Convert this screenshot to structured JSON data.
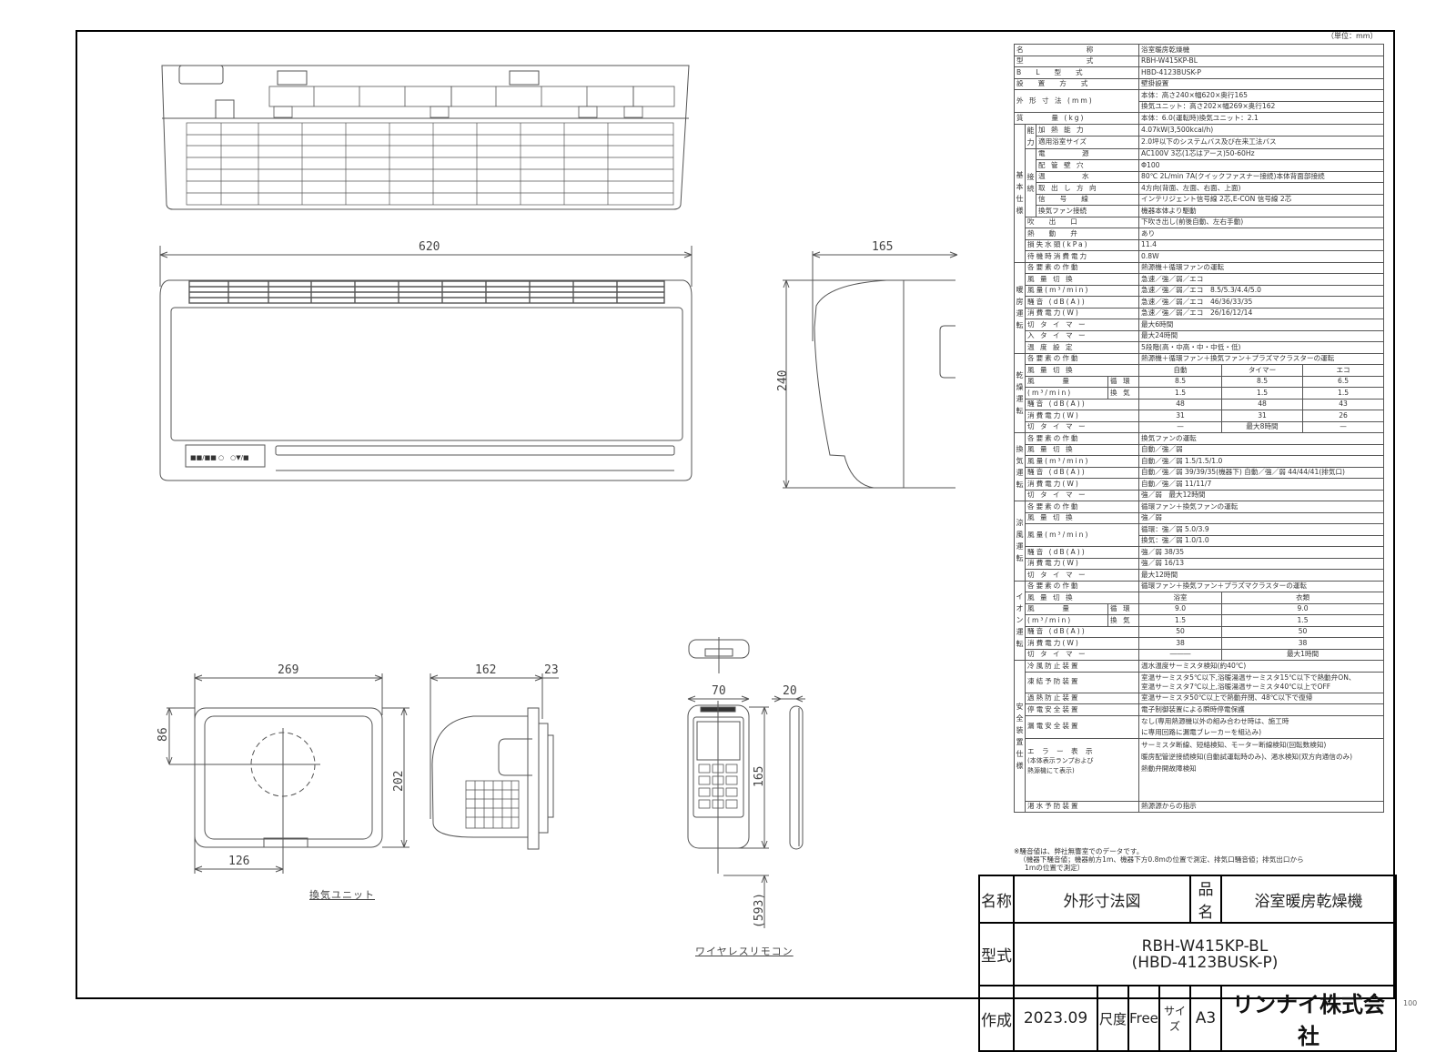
{
  "unit_note": "（単位：mm）",
  "drawings": {
    "main_width": "620",
    "side_depth": "165",
    "side_height": "240",
    "vent_width": "269",
    "vent_height": "202",
    "vent_offset_v": "86",
    "vent_offset_h": "126",
    "vent_depth": "162",
    "vent_flange": "23",
    "remote_width": "70",
    "remote_thickness": "20",
    "remote_height": "165",
    "remote_cord": "(593)",
    "vent_caption": "換気ユニット",
    "remote_caption": "ワイヤレスリモコン"
  },
  "spec": {
    "general": [
      {
        "label": "名　　　　　　　称",
        "value": "浴室暖房乾燥機"
      },
      {
        "label": "型　　　　　　　式",
        "value": "RBH-W415KP-BL"
      },
      {
        "label": "B　 L　 型　 式",
        "value": "HBD-4123BUSK-P"
      },
      {
        "label": "設　 置　 方　 式",
        "value": "壁掛設置"
      },
      {
        "label": "外 形 寸 法 (mm)",
        "value": "本体：高さ240×幅620×奥行165"
      },
      {
        "label": "",
        "value": "換気ユニット：高さ202×幅269×奥行162"
      },
      {
        "label": "質　　　量 (kg)",
        "value": "本体：6.0(運転時)換気ユニット：2.1"
      }
    ],
    "basic": {
      "group": "基本仕様",
      "capability_group": "能力",
      "connection_group": "接続",
      "rows": [
        {
          "label": "加 熱 能 力",
          "value": "4.07kW(3,500kcal/h)"
        },
        {
          "label": "適用浴室サイズ",
          "value": "2.0坪以下のシステムバス及び在来工法バス"
        },
        {
          "label": "電　　　　源",
          "value": "AC100V 3芯(1芯はアース)50-60Hz"
        },
        {
          "label": "配 管 壁 穴",
          "value": "Φ100"
        },
        {
          "label": "温　　　　水",
          "value": "80℃ 2L/min 7A(クイックファスナー接続)本体背面部接続"
        },
        {
          "label": "取 出 し 方 向",
          "value": "4方向(背面、左面、右面、上面)"
        },
        {
          "label": "信　 号　 線",
          "value": "インテリジェント信号線 2芯,E-CON 信号線 2芯"
        },
        {
          "label": "換気ファン接続",
          "value": "機器本体より駆動"
        },
        {
          "label": "吹　 出　 口",
          "value": "下吹き出し(前後自動、左右手動)"
        },
        {
          "label": "熱　 動　 弁",
          "value": "あり"
        },
        {
          "label": "損失水頭(kPa)",
          "value": "11.4"
        },
        {
          "label": "待機時消費電力",
          "value": "0.8W"
        }
      ]
    },
    "heating": {
      "group": "暖房運転",
      "rows": [
        {
          "label": "各要素の作動",
          "value": "熱源機＋循環ファンの運転"
        },
        {
          "label": "風 量 切 換",
          "value": "急速／強／弱／エコ"
        },
        {
          "label": "風量(m³/min)",
          "value": "急速／強／弱／エコ　8.5/5.3/4.4/5.0"
        },
        {
          "label": "騒音 (dB(A))",
          "value": "急速／強／弱／エコ　46/36/33/35"
        },
        {
          "label": "消費電力(W)",
          "value": "急速／強／弱／エコ　26/16/12/14"
        },
        {
          "label": "切 タ イ マ ー",
          "value": "最大6時間"
        },
        {
          "label": "入 タ イ マ ー",
          "value": "最大24時間"
        },
        {
          "label": "温 度 設 定",
          "value": "5段階(高・中高・中・中低・低)"
        }
      ]
    },
    "drying": {
      "group": "乾燥運転",
      "action_label": "各要素の作動",
      "action_value": "熱源機＋循環ファン＋換気ファン＋プラズマクラスターの運転",
      "mode_label": "風 量 切 換",
      "modes": [
        "自動",
        "タイマー",
        "エコ"
      ],
      "airflow_label_1": "風　　　量",
      "airflow_label_2": "(m³/min)",
      "sub_circ": "循 環",
      "sub_vent": "換 気",
      "circ": [
        "8.5",
        "8.5",
        "6.5"
      ],
      "vent": [
        "1.5",
        "1.5",
        "1.5"
      ],
      "noise_label": "騒音 (dB(A))",
      "noise": [
        "48",
        "48",
        "43"
      ],
      "power_label": "消費電力(W)",
      "power": [
        "31",
        "31",
        "26"
      ],
      "timer_label": "切 タ イ マ ー",
      "timer": [
        "—",
        "最大8時間",
        "—"
      ]
    },
    "ventilation": {
      "group": "換気運転",
      "rows": [
        {
          "label": "各要素の作動",
          "value": "換気ファンの運転"
        },
        {
          "label": "風 量 切 換",
          "value": "自動／強／弱"
        },
        {
          "label": "風量(m³/min)",
          "value": "自動／強／弱 1.5/1.5/1.0"
        },
        {
          "label": "騒音 (dB(A))",
          "value": "自動／強／弱 39/39/35(機器下) 自動／強／弱 44/44/41(排気口)"
        },
        {
          "label": "消費電力(W)",
          "value": "自動／強／弱 11/11/7"
        },
        {
          "label": "切 タ イ マ ー",
          "value": "強／弱　最大12時間"
        }
      ]
    },
    "cooling": {
      "group": "涼風運転",
      "rows": [
        {
          "label": "各要素の作動",
          "value": "循環ファン＋換気ファンの運転"
        },
        {
          "label": "風 量 切 換",
          "value": "強／弱"
        },
        {
          "label": "風量(m³/min)",
          "value": "循環：強／弱 5.0/3.9"
        },
        {
          "label": "",
          "value": "換気：強／弱 1.0/1.0"
        },
        {
          "label": "騒音 (dB(A))",
          "value": "強／弱 38/35"
        },
        {
          "label": "消費電力(W)",
          "value": "強／弱 16/13"
        },
        {
          "label": "切 タ イ マ ー",
          "value": "最大12時間"
        }
      ]
    },
    "ion": {
      "group": "イオン運転",
      "action_label": "各要素の作動",
      "action_value": "循環ファン＋換気ファン＋プラズマクラスターの運転",
      "mode_label": "風 量 切 換",
      "modes": [
        "浴室",
        "衣類"
      ],
      "airflow_label_1": "風　　　量",
      "airflow_label_2": "(m³/min)",
      "sub_circ": "循 環",
      "sub_vent": "換 気",
      "circ": [
        "9.0",
        "9.0"
      ],
      "vent": [
        "1.5",
        "1.5"
      ],
      "noise_label": "騒音 (dB(A))",
      "noise": [
        "50",
        "50"
      ],
      "power_label": "消費電力(W)",
      "power": [
        "38",
        "38"
      ],
      "timer_label": "切 タ イ マ ー",
      "timer": [
        "―――",
        "最大1時間"
      ]
    },
    "safety": {
      "group": "安全装置仕様",
      "rows": [
        {
          "label": "冷風防止装置",
          "value": "温水温度サーミスタ検知(約40℃)"
        },
        {
          "label": "凍結予防装置",
          "value": "室温サーミスタ5℃以下,浴暖湯温サーミスタ15℃以下で熱動弁ON、\n室温サーミスタ7℃以上,浴暖湯温サーミスタ40℃以上でOFF"
        },
        {
          "label": "過熱防止装置",
          "value": "室温サーミスタ50℃以上で熱動弁閉、48℃以下で復帰"
        },
        {
          "label": "停電安全装置",
          "value": "電子制御装置による瞬時停電保護"
        },
        {
          "label": "漏電安全装置",
          "value": "なし(専用熱源機以外の組み合わせ時は、施工時\nに専用回路に漏電ブレーカーを組込み)"
        },
        {
          "label": "エ ラ ー 表 示",
          "sublabel": "(本体表示ランプおよび\n熱源機にて表示)",
          "value": "サーミスタ断線、短絡検知、モーター断線検知(回転数検知)\n暖房配管逆接続検知(自動試運転時のみ)、渇水検知(双方向通信のみ)\n熱動弁開故障検知"
        },
        {
          "label": "渇水予防装置",
          "value": "熱源源からの指示"
        }
      ]
    },
    "footnote_1": "※騒音値は、弊社無響室でのデータです。",
    "footnote_2": "（機器下騒音値；機器前方1m、機器下方0.8mの位置で測定、排気口騒音値；排気出口から",
    "footnote_3": "1mの位置で測定）"
  },
  "title_block": {
    "name_label": "名称",
    "name_value": "外形寸法図",
    "product_label": "品名",
    "product_value": "浴室暖房乾燥機",
    "model_label": "型式",
    "model_value_1": "RBH-W415KP-BL",
    "model_value_2": "(HBD-4123BUSK-P)",
    "created_label": "作成",
    "created_value": "2023.09",
    "scale_label": "尺度",
    "scale_value": "Free",
    "size_label": "サイズ",
    "size_value": "A3",
    "company": "リンナイ株式会社"
  },
  "page_number": "100"
}
